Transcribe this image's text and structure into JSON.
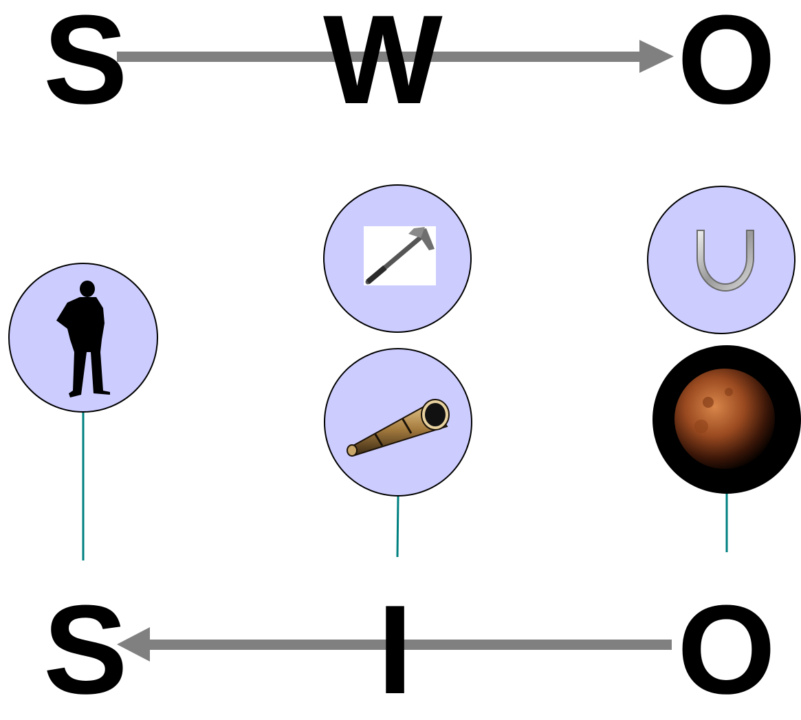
{
  "top_row": {
    "letters": [
      "S",
      "W",
      "O"
    ],
    "arrow_direction": "left-to-right"
  },
  "bottom_row": {
    "letters": [
      "S",
      "I",
      "O"
    ],
    "arrow_direction": "right-to-left"
  },
  "nodes": [
    {
      "icon": "person-silhouette-icon"
    },
    {
      "icon": "hammer-icon"
    },
    {
      "icon": "telescope-icon"
    },
    {
      "icon": "horseshoe-icon"
    },
    {
      "icon": "moon-eclipse-icon"
    }
  ],
  "colors": {
    "node_fill": "#ccccff",
    "arrow": "#808080",
    "connector": "#008080",
    "text": "#000000"
  }
}
